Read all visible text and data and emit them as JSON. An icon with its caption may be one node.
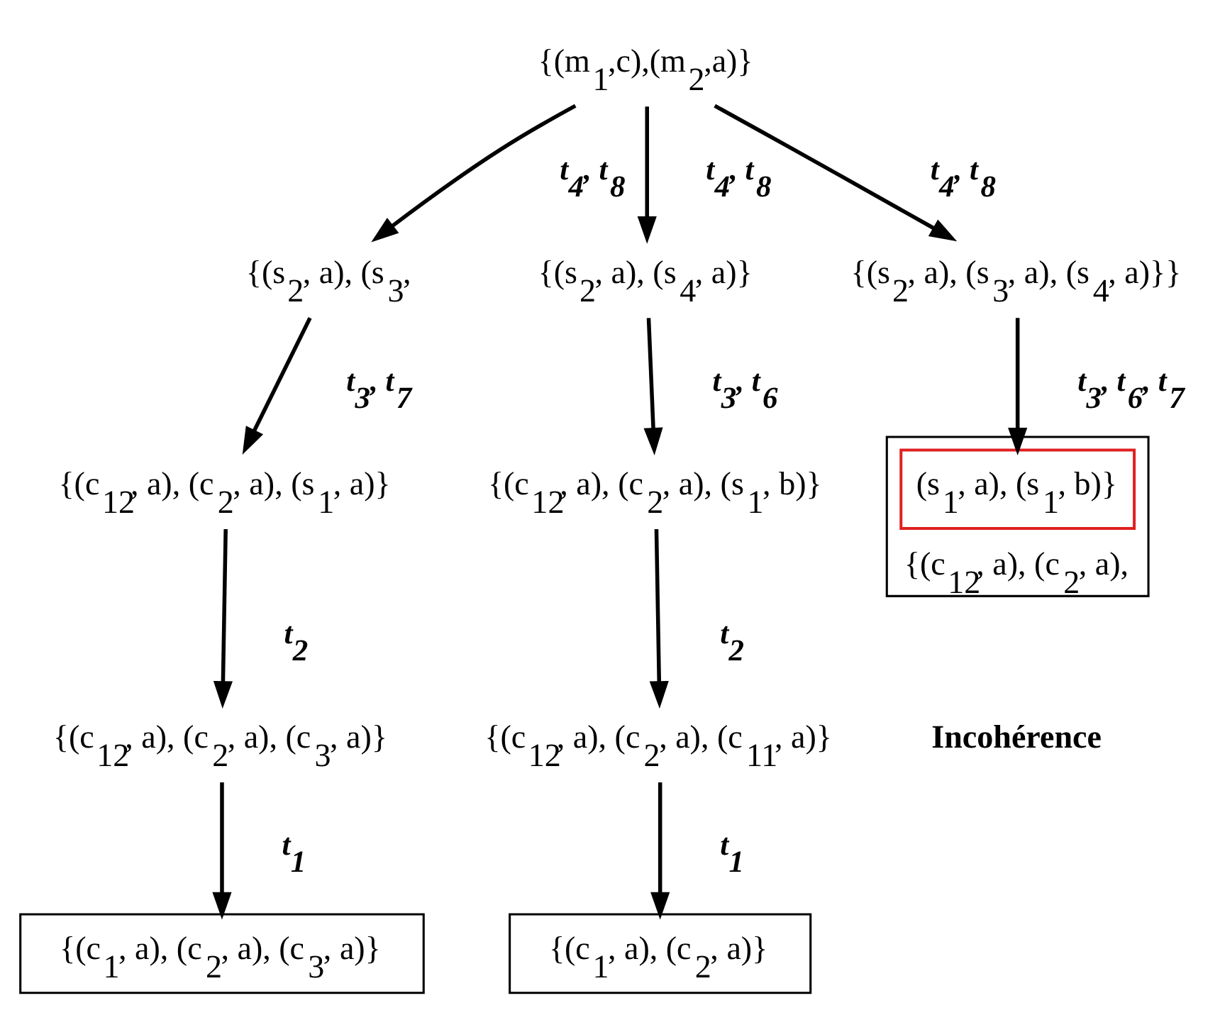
{
  "diagram": {
    "nodes": [
      {
        "text": [
          "{(m$_{1}$,c),(m$_{2}$,a)}"
        ]
      },
      {
        "text": [
          "{(s$_{2}$, a), (s$_{3}$,"
        ]
      },
      {
        "text": [
          "{(s$_{2}$, a), (s$_{4}$, a)}"
        ]
      },
      {
        "text": [
          "{(s$_{2}$, a), (s$_{3}$, a), (s$_{4}$, a)}}"
        ]
      },
      {
        "text": [
          "{(c$_{12}$, a), (c$_{2}$, a), (s$_{1}$, a)}"
        ]
      },
      {
        "text": [
          "{(c$_{12}$, a), (c$_{2}$, a), (c$_{3}$, a)}"
        ]
      },
      {
        "text": [
          "{(c$_{1}$, a), (c$_{2}$, a), (c$_{3}$, a)}"
        ]
      },
      {
        "text": [
          "{(c$_{12}$, a), (c$_{2}$, a), (s$_{1}$, b)}"
        ]
      },
      {
        "text": [
          "{(c$_{12}$, a), (c$_{2}$, a), (c$_{11}$, a)}"
        ]
      },
      {
        "text": [
          "{(c$_{1}$, a), (c$_{2}$, a)}"
        ]
      },
      {
        "text": [
          "{(c$_{12}$, a), (c$_{2}$, a),"
        ]
      },
      {
        "text": [
          "(s$_{1}$, a), (s$_{1}$, b)}"
        ],
        "in": 10
      }
    ],
    "edges": [
      {
        "from": 0,
        "to": 1,
        "arrow": "to",
        "label": "t$_{4}$, t$_{8}$"
      },
      {
        "from": 0,
        "to": 2,
        "arrow": "to",
        "label": "t$_{4}$, t$_{8}$"
      },
      {
        "from": 0,
        "to": 3,
        "arrow": "to",
        "label": "t$_{4}$, t$_{8}$"
      },
      {
        "from": 1,
        "to": 4,
        "arrow": "to",
        "label": "t$_{3}$, t$_{7}$"
      },
      {
        "from": 4,
        "to": 5,
        "arrow": "to",
        "label": "t$_{2}$"
      },
      {
        "from": 5,
        "to": 6,
        "arrow": "to",
        "label": "t$_{1}$"
      },
      {
        "from": 2,
        "to": 7,
        "arrow": "to",
        "label": "t$_{3}$, t$_{6}$"
      },
      {
        "from": 7,
        "to": 8,
        "arrow": "to",
        "label": "t$_{2}$"
      },
      {
        "from": 8,
        "to": 9,
        "arrow": "to",
        "label": "t$_{1}$"
      },
      {
        "from": 3,
        "to": 11,
        "arrow": "to",
        "label": "t$_{3}$, t$_{6}$, t$_{7}$"
      }
    ],
    "labels": [
      "Incohérence"
    ]
  }
}
